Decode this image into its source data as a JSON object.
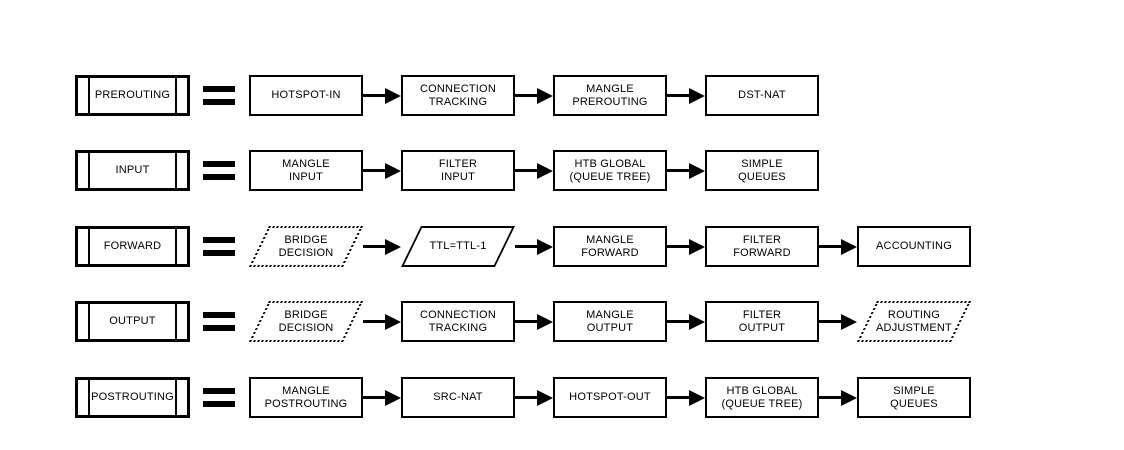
{
  "diagram": {
    "colors": {
      "line": "#000000",
      "background": "#ffffff"
    },
    "icons": {
      "equals-icon": "=",
      "arrow-icon": "→"
    },
    "rows": [
      {
        "chain": "PREROUTING",
        "nodes": [
          {
            "label": "HOTSPOT-IN",
            "shape": "rect",
            "border": "solid"
          },
          {
            "label": "CONNECTION\nTRACKING",
            "shape": "rect",
            "border": "solid"
          },
          {
            "label": "MANGLE\nPREROUTING",
            "shape": "rect",
            "border": "solid"
          },
          {
            "label": "DST-NAT",
            "shape": "rect",
            "border": "solid"
          }
        ]
      },
      {
        "chain": "INPUT",
        "nodes": [
          {
            "label": "MANGLE\nINPUT",
            "shape": "rect",
            "border": "solid"
          },
          {
            "label": "FILTER\nINPUT",
            "shape": "rect",
            "border": "solid"
          },
          {
            "label": "HTB GLOBAL\n(QUEUE TREE)",
            "shape": "rect",
            "border": "solid"
          },
          {
            "label": "SIMPLE\nQUEUES",
            "shape": "rect",
            "border": "solid"
          }
        ]
      },
      {
        "chain": "FORWARD",
        "nodes": [
          {
            "label": "BRIDGE\nDECISION",
            "shape": "parallelogram",
            "border": "dotted"
          },
          {
            "label": "TTL=TTL-1",
            "shape": "parallelogram",
            "border": "solid"
          },
          {
            "label": "MANGLE\nFORWARD",
            "shape": "rect",
            "border": "solid"
          },
          {
            "label": "FILTER\nFORWARD",
            "shape": "rect",
            "border": "solid"
          },
          {
            "label": "ACCOUNTING",
            "shape": "rect",
            "border": "solid"
          }
        ]
      },
      {
        "chain": "OUTPUT",
        "nodes": [
          {
            "label": "BRIDGE\nDECISION",
            "shape": "parallelogram",
            "border": "dotted"
          },
          {
            "label": "CONNECTION\nTRACKING",
            "shape": "rect",
            "border": "solid"
          },
          {
            "label": "MANGLE\nOUTPUT",
            "shape": "rect",
            "border": "solid"
          },
          {
            "label": "FILTER\nOUTPUT",
            "shape": "rect",
            "border": "solid"
          },
          {
            "label": "ROUTING\nADJUSTMENT",
            "shape": "parallelogram",
            "border": "dotted"
          }
        ]
      },
      {
        "chain": "POSTROUTING",
        "nodes": [
          {
            "label": "MANGLE\nPOSTROUTING",
            "shape": "rect",
            "border": "solid"
          },
          {
            "label": "SRC-NAT",
            "shape": "rect",
            "border": "solid"
          },
          {
            "label": "HOTSPOT-OUT",
            "shape": "rect",
            "border": "solid"
          },
          {
            "label": "HTB GLOBAL\n(QUEUE TREE)",
            "shape": "rect",
            "border": "solid"
          },
          {
            "label": "SIMPLE\nQUEUES",
            "shape": "rect",
            "border": "solid"
          }
        ]
      }
    ]
  }
}
